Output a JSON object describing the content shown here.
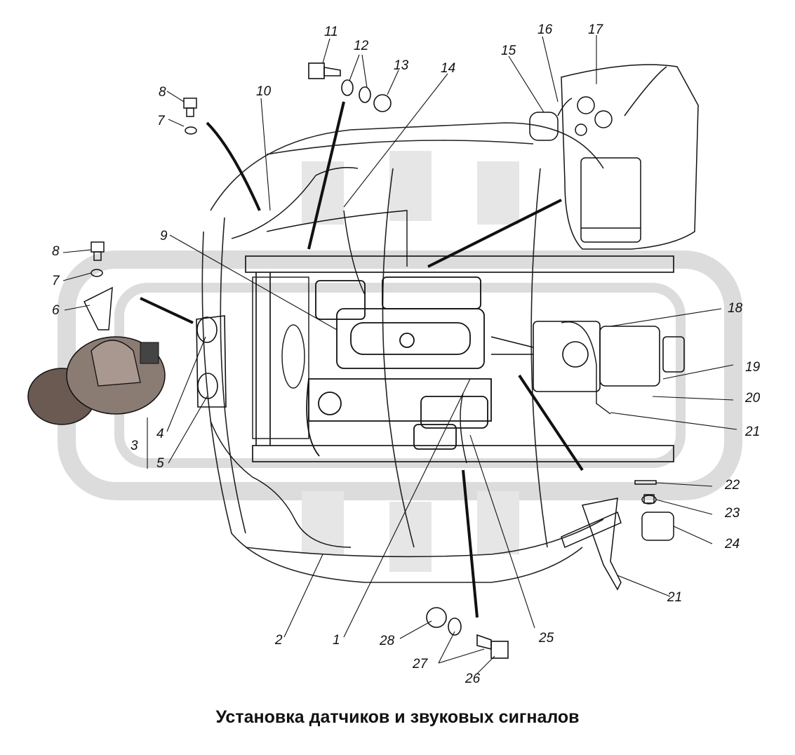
{
  "caption": "Установка датчиков и звуковых сигналов",
  "colors": {
    "ink": "#111111",
    "watermark": "#d9d9d9",
    "horn": "#6b5a52"
  },
  "callouts": {
    "n1": "1",
    "n2": "2",
    "n3": "3",
    "n4": "4",
    "n5": "5",
    "n6": "6",
    "n7a": "7",
    "n7b": "7",
    "n8a": "8",
    "n8b": "8",
    "n9": "9",
    "n10": "10",
    "n11": "11",
    "n12": "12",
    "n13": "13",
    "n14": "14",
    "n15": "15",
    "n16": "16",
    "n17": "17",
    "n18": "18",
    "n19": "19",
    "n20": "20",
    "n21a": "21",
    "n21b": "21",
    "n22": "22",
    "n23": "23",
    "n24": "24",
    "n25": "25",
    "n26": "26",
    "n27": "27",
    "n28": "28"
  }
}
